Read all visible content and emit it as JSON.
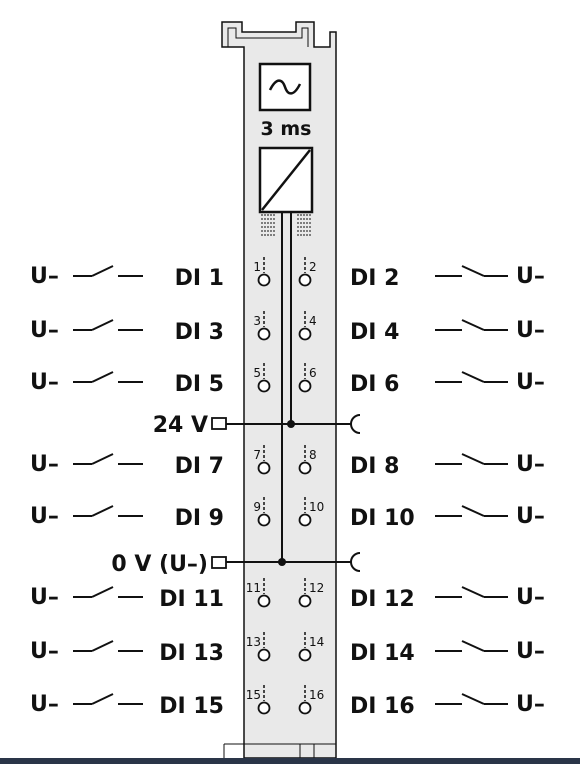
{
  "module": {
    "filter_label": "3 ms",
    "icons": {
      "filter": "sine-wave-icon",
      "converter": "converter-icon"
    }
  },
  "supply": {
    "plus_label": "24 V",
    "minus_label": "0 V (U–)"
  },
  "switch_label": "U–",
  "rows": [
    {
      "left": {
        "label": "DI 1",
        "pin": "1"
      },
      "right": {
        "label": "DI 2",
        "pin": "2"
      }
    },
    {
      "left": {
        "label": "DI 3",
        "pin": "3"
      },
      "right": {
        "label": "DI 4",
        "pin": "4"
      }
    },
    {
      "left": {
        "label": "DI 5",
        "pin": "5"
      },
      "right": {
        "label": "DI 6",
        "pin": "6"
      }
    },
    {
      "left": {
        "label": "DI 7",
        "pin": "7"
      },
      "right": {
        "label": "DI 8",
        "pin": "8"
      }
    },
    {
      "left": {
        "label": "DI 9",
        "pin": "9"
      },
      "right": {
        "label": "DI 10",
        "pin": "10"
      }
    },
    {
      "left": {
        "label": "DI 11",
        "pin": "11"
      },
      "right": {
        "label": "DI 12",
        "pin": "12"
      }
    },
    {
      "left": {
        "label": "DI 13",
        "pin": "13"
      },
      "right": {
        "label": "DI 14",
        "pin": "14"
      }
    },
    {
      "left": {
        "label": "DI 15",
        "pin": "15"
      },
      "right": {
        "label": "DI 16",
        "pin": "16"
      }
    }
  ],
  "colors": {
    "module_fill": "#e9e9e9",
    "line": "#111111",
    "bar": "#2a3548"
  }
}
